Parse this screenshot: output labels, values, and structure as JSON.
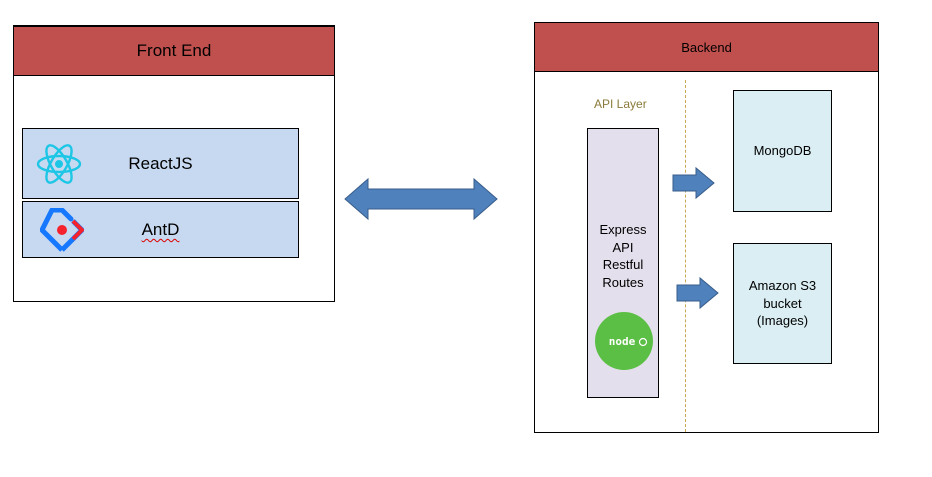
{
  "frontend": {
    "title": "Front End",
    "items": [
      {
        "label": "ReactJS",
        "icon": "react-icon"
      },
      {
        "label": "AntD",
        "icon": "antd-icon"
      }
    ]
  },
  "backend": {
    "title": "Backend",
    "api_layer_label": "API Layer",
    "api_lines": [
      "Express",
      "API",
      "Restful",
      "Routes"
    ],
    "api_icon": "nodejs-icon",
    "stores": [
      {
        "lines": [
          "MongoDB"
        ]
      },
      {
        "lines": [
          "Amazon S3",
          "bucket",
          "(Images)"
        ]
      }
    ]
  },
  "colors": {
    "header": "#c0504d",
    "tech_fill": "#c6d9f0",
    "api_fill": "#e4dfec",
    "store_fill": "#daeef3",
    "arrow_fill": "#4f81bd",
    "arrow_stroke": "#385d8a"
  }
}
